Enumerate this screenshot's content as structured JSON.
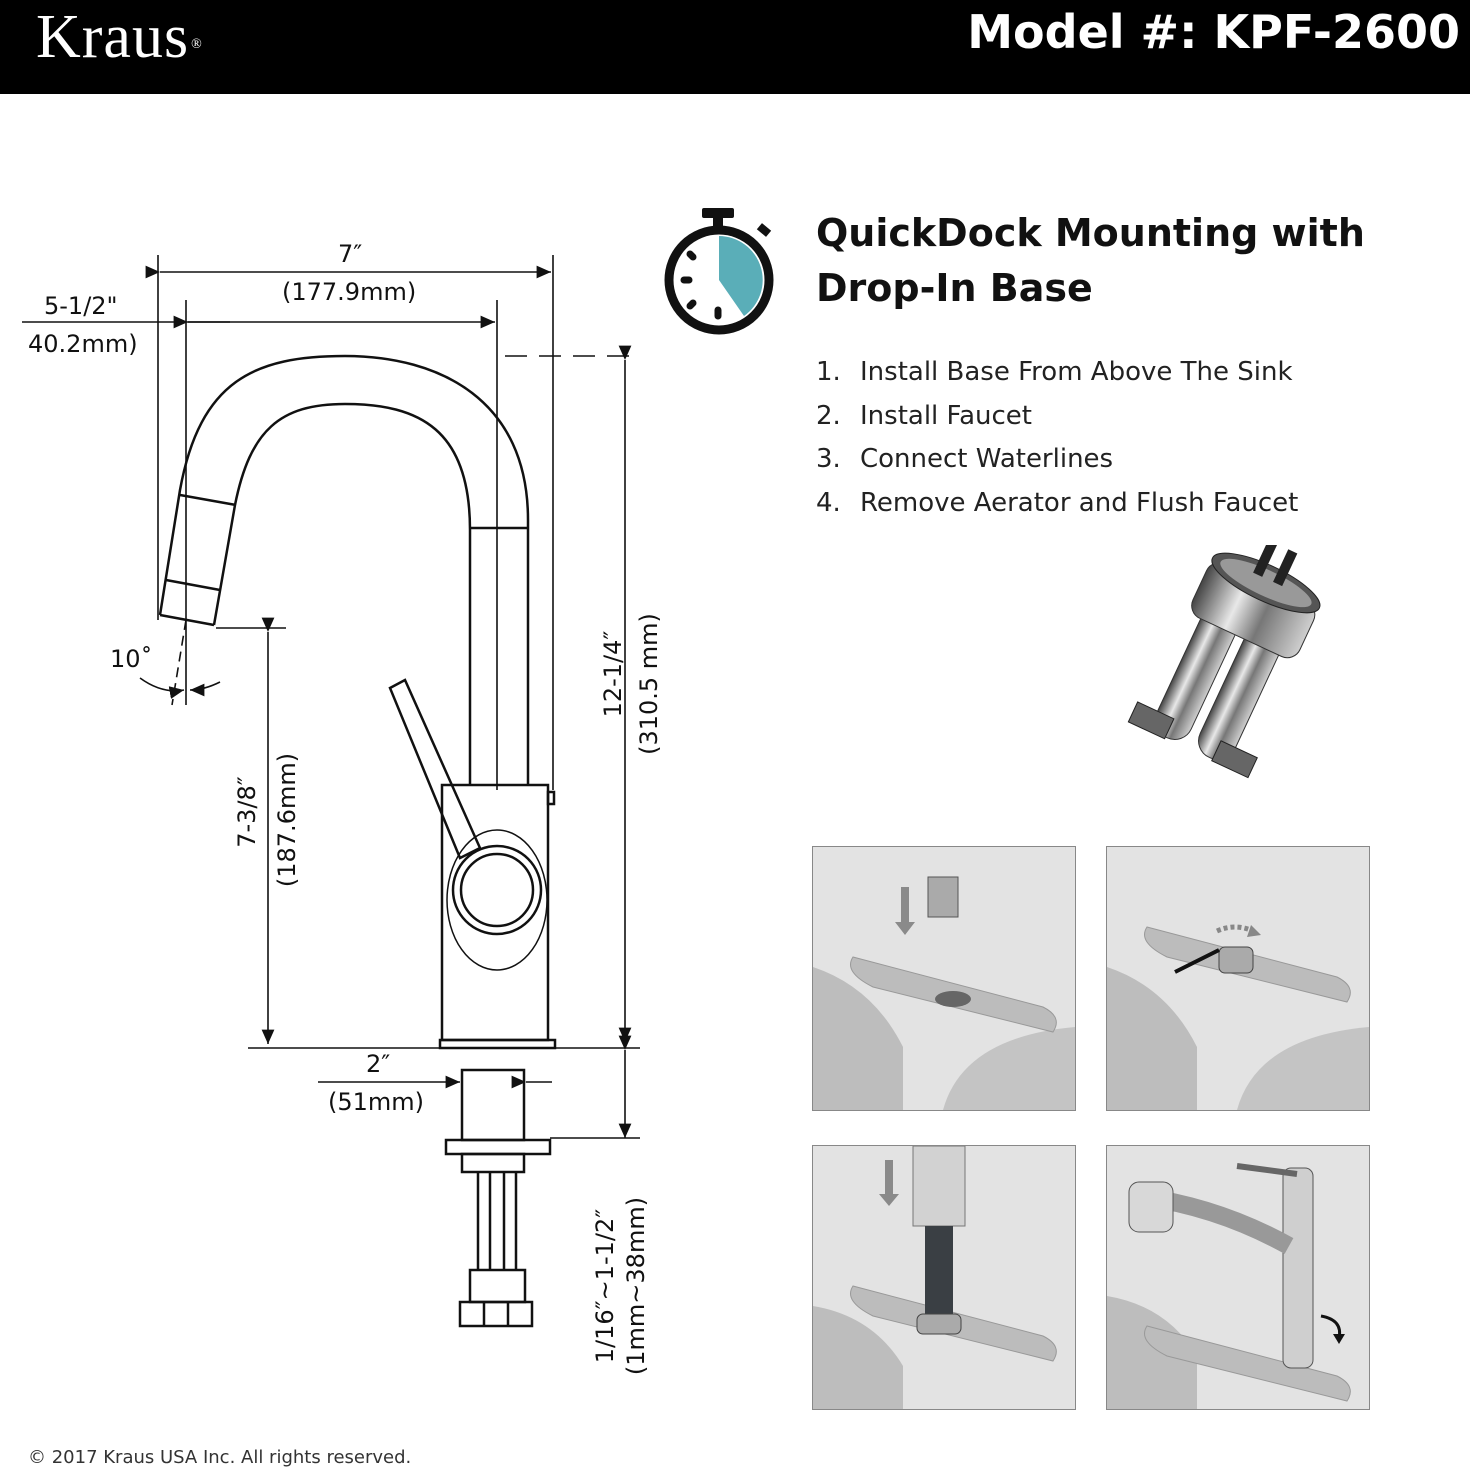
{
  "header": {
    "brand": "Kraus",
    "trademark": "®",
    "model_label": "Model #: KPF-2600"
  },
  "feature": {
    "title": "QuickDock Mounting with Drop-In Base"
  },
  "steps": [
    {
      "num": "1.",
      "text": "Install Base From Above The Sink"
    },
    {
      "num": "2.",
      "text": "Install Faucet"
    },
    {
      "num": "3.",
      "text": "Connect Waterlines"
    },
    {
      "num": "4.",
      "text": "Remove Aerator and Flush Faucet"
    }
  ],
  "dimensions": {
    "width_in": "7″",
    "width_mm": "(177.9mm)",
    "reach_in": "5-1/2\"",
    "reach_mm": "40.2mm)",
    "angle": "10˚",
    "spout_in": "7-3/8″",
    "spout_mm": "(187.6mm)",
    "height_in": "12-1/4″",
    "height_mm": "(310.5 mm)",
    "base_in": "2″",
    "base_mm": "(51mm)",
    "deck_in": "1/16″~1-1/2″",
    "deck_mm": "(1mm~38mm)"
  },
  "footer": {
    "copyright": "© 2017 Kraus USA Inc. All rights reserved."
  },
  "colors": {
    "header_bg": "#000000",
    "timer_accent": "#5aaeb8"
  },
  "icons": [
    "stopwatch-icon",
    "arrow-down-icon",
    "rotate-arrow-icon"
  ]
}
